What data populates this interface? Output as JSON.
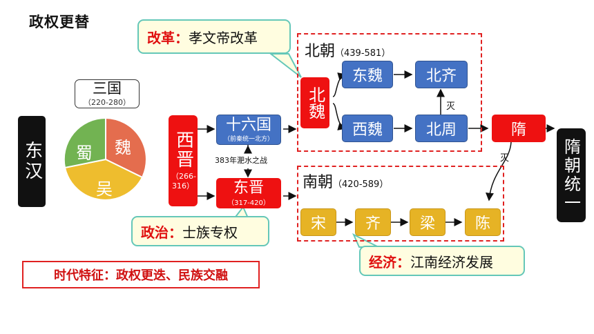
{
  "title": "政权更替",
  "three_kingdoms": {
    "title": "三国",
    "years": "（220-280）",
    "wei": "魏",
    "shu": "蜀",
    "wu": "吴"
  },
  "donghan": "东汉",
  "xijin": {
    "name": "西晋",
    "years": "（266-316）"
  },
  "sixteen": {
    "name": "十六国",
    "sub": "（前秦统一北方）"
  },
  "battle": "383年淝水之战",
  "dongjin": {
    "name": "东晋",
    "years": "（317-420）"
  },
  "north": {
    "label": "北朝",
    "years": "（439-581）",
    "beiwei": "北魏",
    "dongwei": "东魏",
    "xiwei": "西魏",
    "beiqi": "北齐",
    "beizhou": "北周",
    "mie": "灭"
  },
  "south": {
    "label": "南朝",
    "years": "（420-589）",
    "song": "宋",
    "qi": "齐",
    "liang": "梁",
    "chen": "陈"
  },
  "sui": "隋",
  "sui_mie": "灭",
  "unify": "隋朝统一",
  "callouts": {
    "reform_key": "改革：",
    "reform_text": "孝文帝改革",
    "politics_key": "政治：",
    "politics_text": "士族专权",
    "economy_key": "经济：",
    "economy_text": "江南经济发展"
  },
  "feature": "时代特征：政权更迭、民族交融",
  "colors": {
    "red": "#ee1111",
    "blue": "#4472c4",
    "gold": "#e6b325",
    "black": "#111111",
    "callout_border": "#64c7b8",
    "callout_fill": "#fffde0"
  }
}
